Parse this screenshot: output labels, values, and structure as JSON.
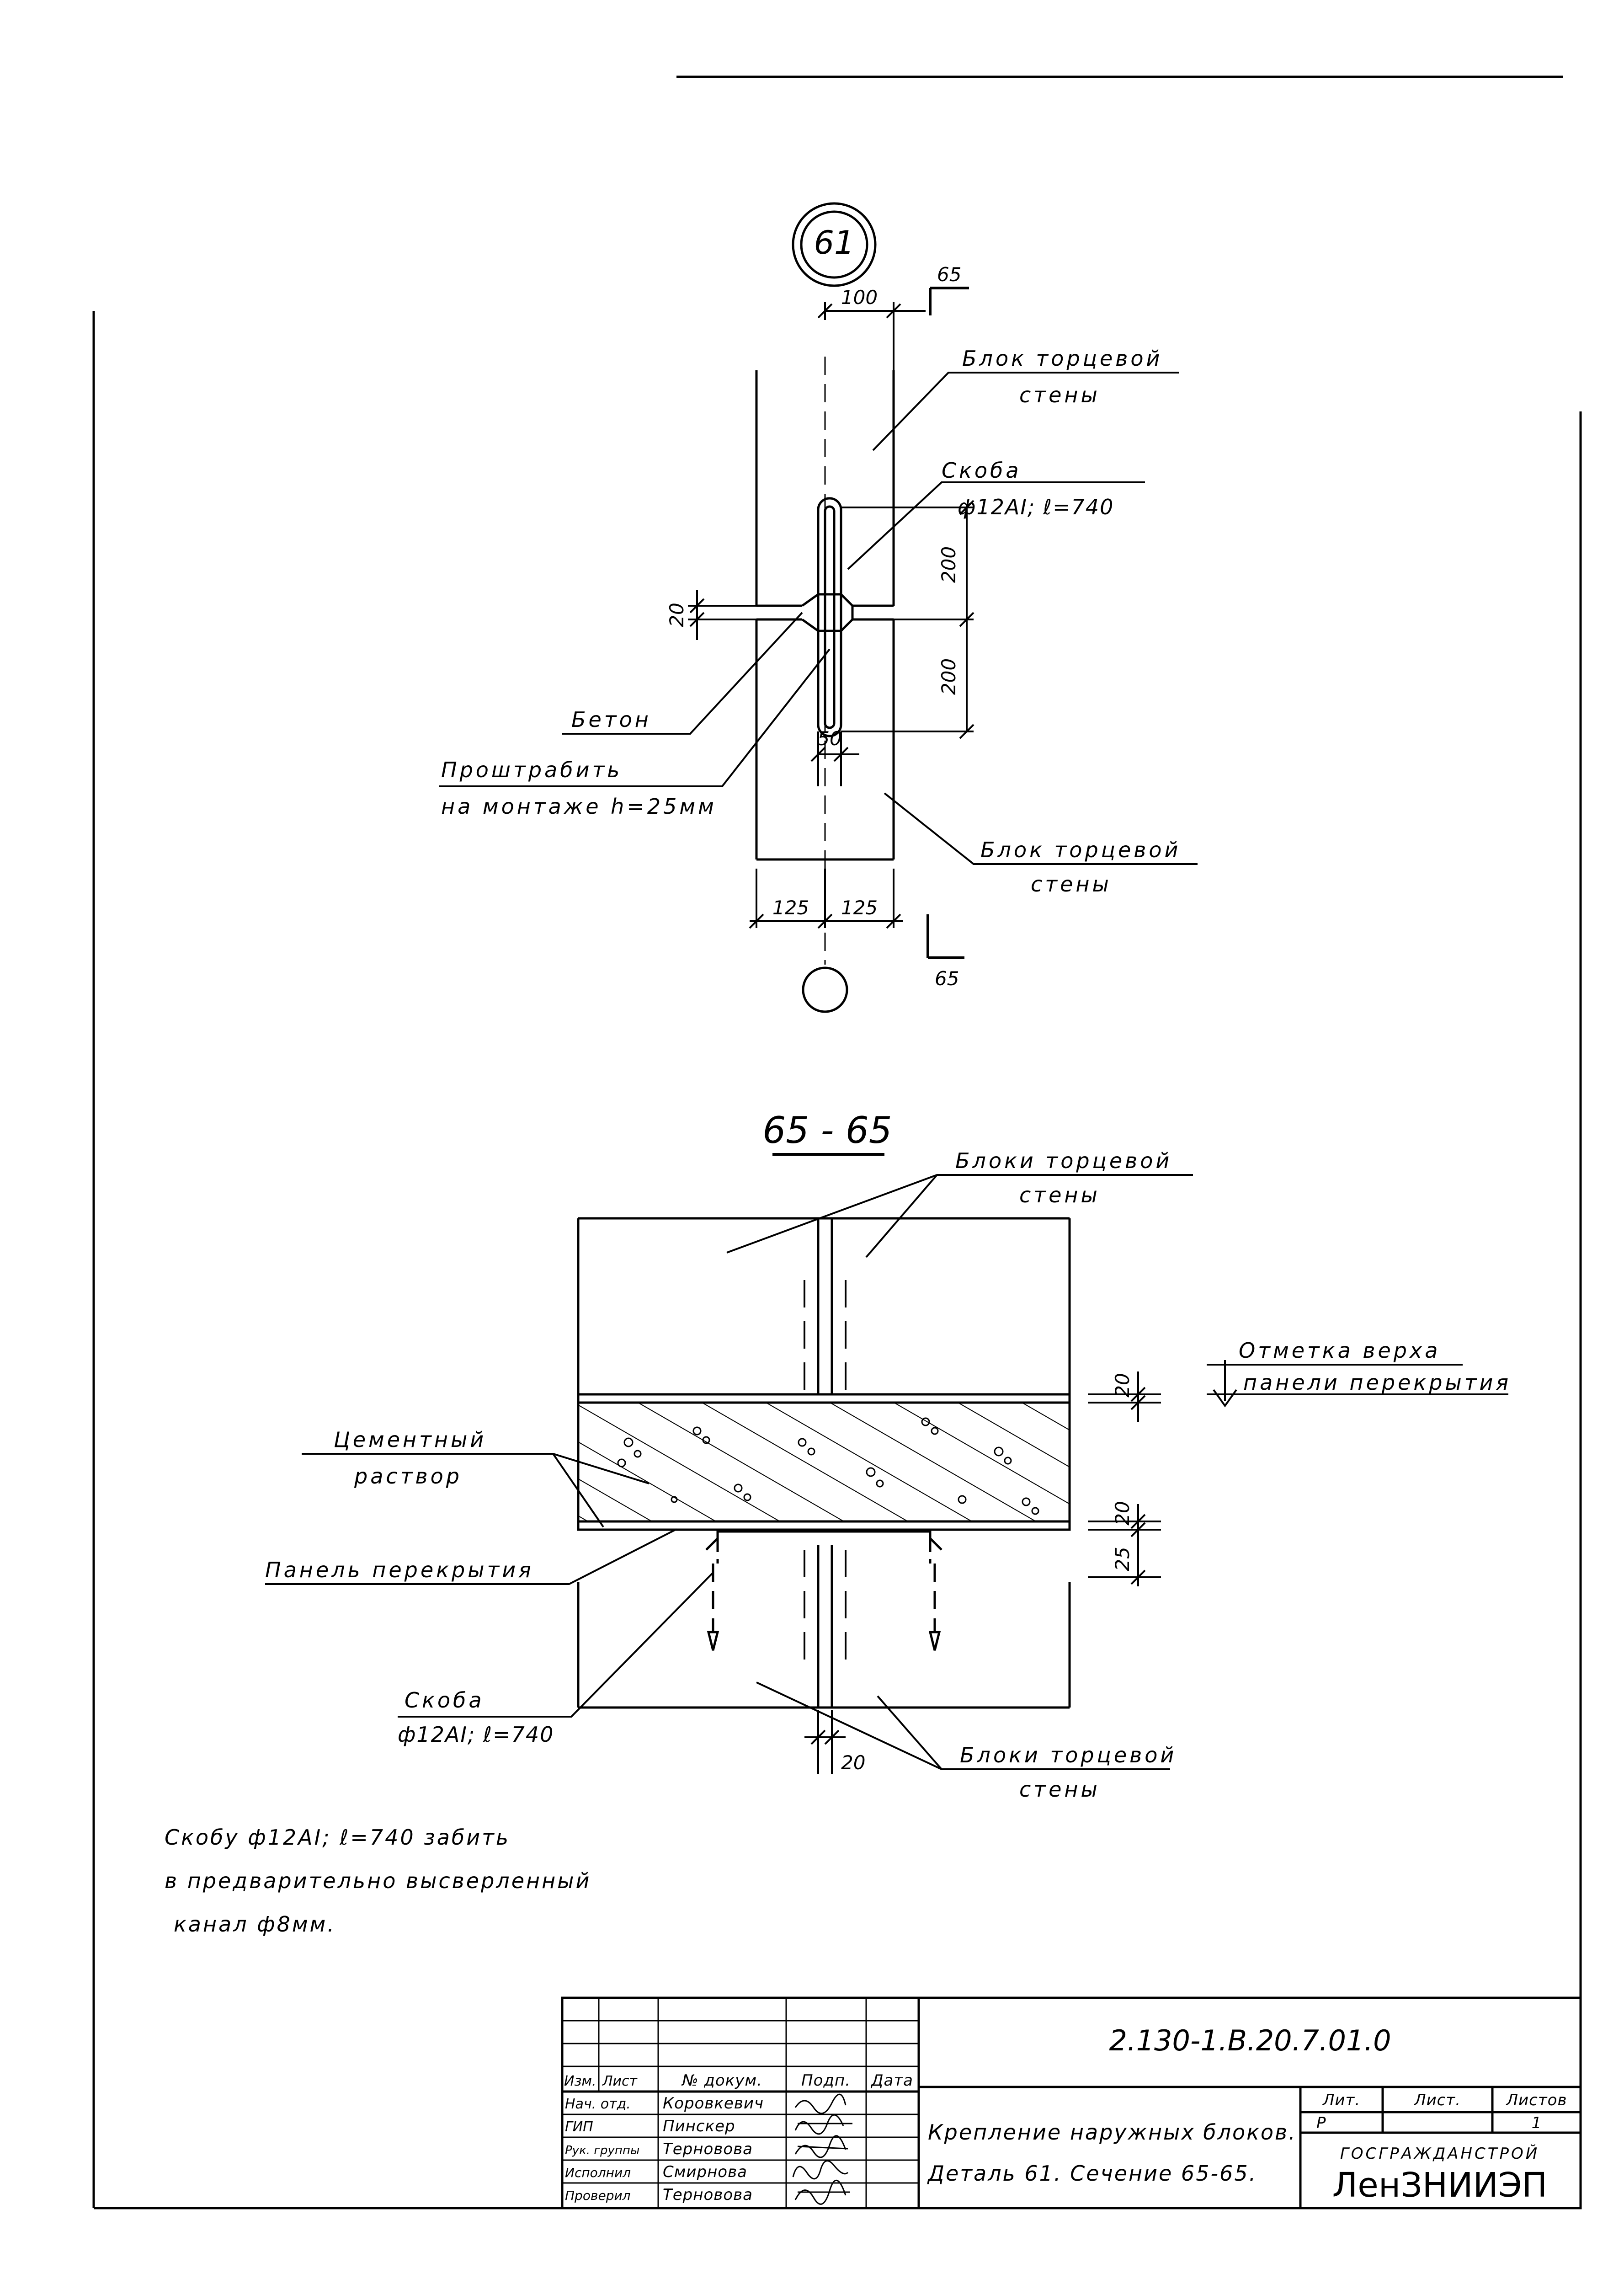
{
  "detail": {
    "number": "61",
    "section_mark": "65",
    "dims": {
      "top_width": "100",
      "gap": "20",
      "upper_leg": "200",
      "lower_leg": "200",
      "hole": "50",
      "left_half": "125",
      "right_half": "125"
    },
    "labels": {
      "wall_block_top_1": "Блок торцевой",
      "wall_block_top_2": "стены",
      "bracket_1": "Скоба",
      "bracket_2": "ф12АI; ℓ=740",
      "concrete": "Бетон",
      "groove_1": "Проштрабить",
      "groove_2": "на монтаже h=25мм",
      "wall_block_bottom_1": "Блок торцевой",
      "wall_block_bottom_2": "стены"
    }
  },
  "section": {
    "title": "65 - 65",
    "labels": {
      "blocks_top_1": "Блоки торцевой",
      "blocks_top_2": "стены",
      "mark_1": "Отметка верха",
      "mark_2": "панели перекрытия",
      "mortar_1": "Цементный",
      "mortar_2": "раствор",
      "panel": "Панель перекрытия",
      "bracket_1": "Скоба",
      "bracket_2": "ф12АI; ℓ=740",
      "blocks_bottom_1": "Блоки торцевой",
      "blocks_bottom_2": "стены"
    },
    "dims": {
      "top_joint": "20",
      "bottom_joint": "20",
      "groove": "25",
      "vertical_joint": "20"
    }
  },
  "note": {
    "line1": "Скобу ф12АI; ℓ=740 забить",
    "line2": "в предварительно высверленный",
    "line3": "канал ф8мм."
  },
  "title_block": {
    "doc_code": "2.130-1.В.20.7.01.0",
    "headers": {
      "izm": "Изм.",
      "list": "Лист",
      "doc": "№ докум.",
      "podp": "Подп.",
      "data": "Дата"
    },
    "staff": [
      {
        "role": "Нач. отд.",
        "name": "Коровкевич"
      },
      {
        "role": "ГИП",
        "name": "Пинскер"
      },
      {
        "role": "Рук. группы",
        "name": "Терновова"
      },
      {
        "role": "Исполнил",
        "name": "Смирнова"
      },
      {
        "role": "Проверил",
        "name": "Терновова"
      }
    ],
    "title_1": "Крепление наружных блоков.",
    "title_2": "Деталь 61. Сечение 65-65.",
    "lit_header": "Лит.",
    "sheet_header": "Лист.",
    "sheets_header": "Листов",
    "lit_value": "Р",
    "sheets_value": "1",
    "org_1": "ГОСГРАЖДАНСТРОЙ",
    "org_2": "ЛенЗНИИЭП"
  }
}
